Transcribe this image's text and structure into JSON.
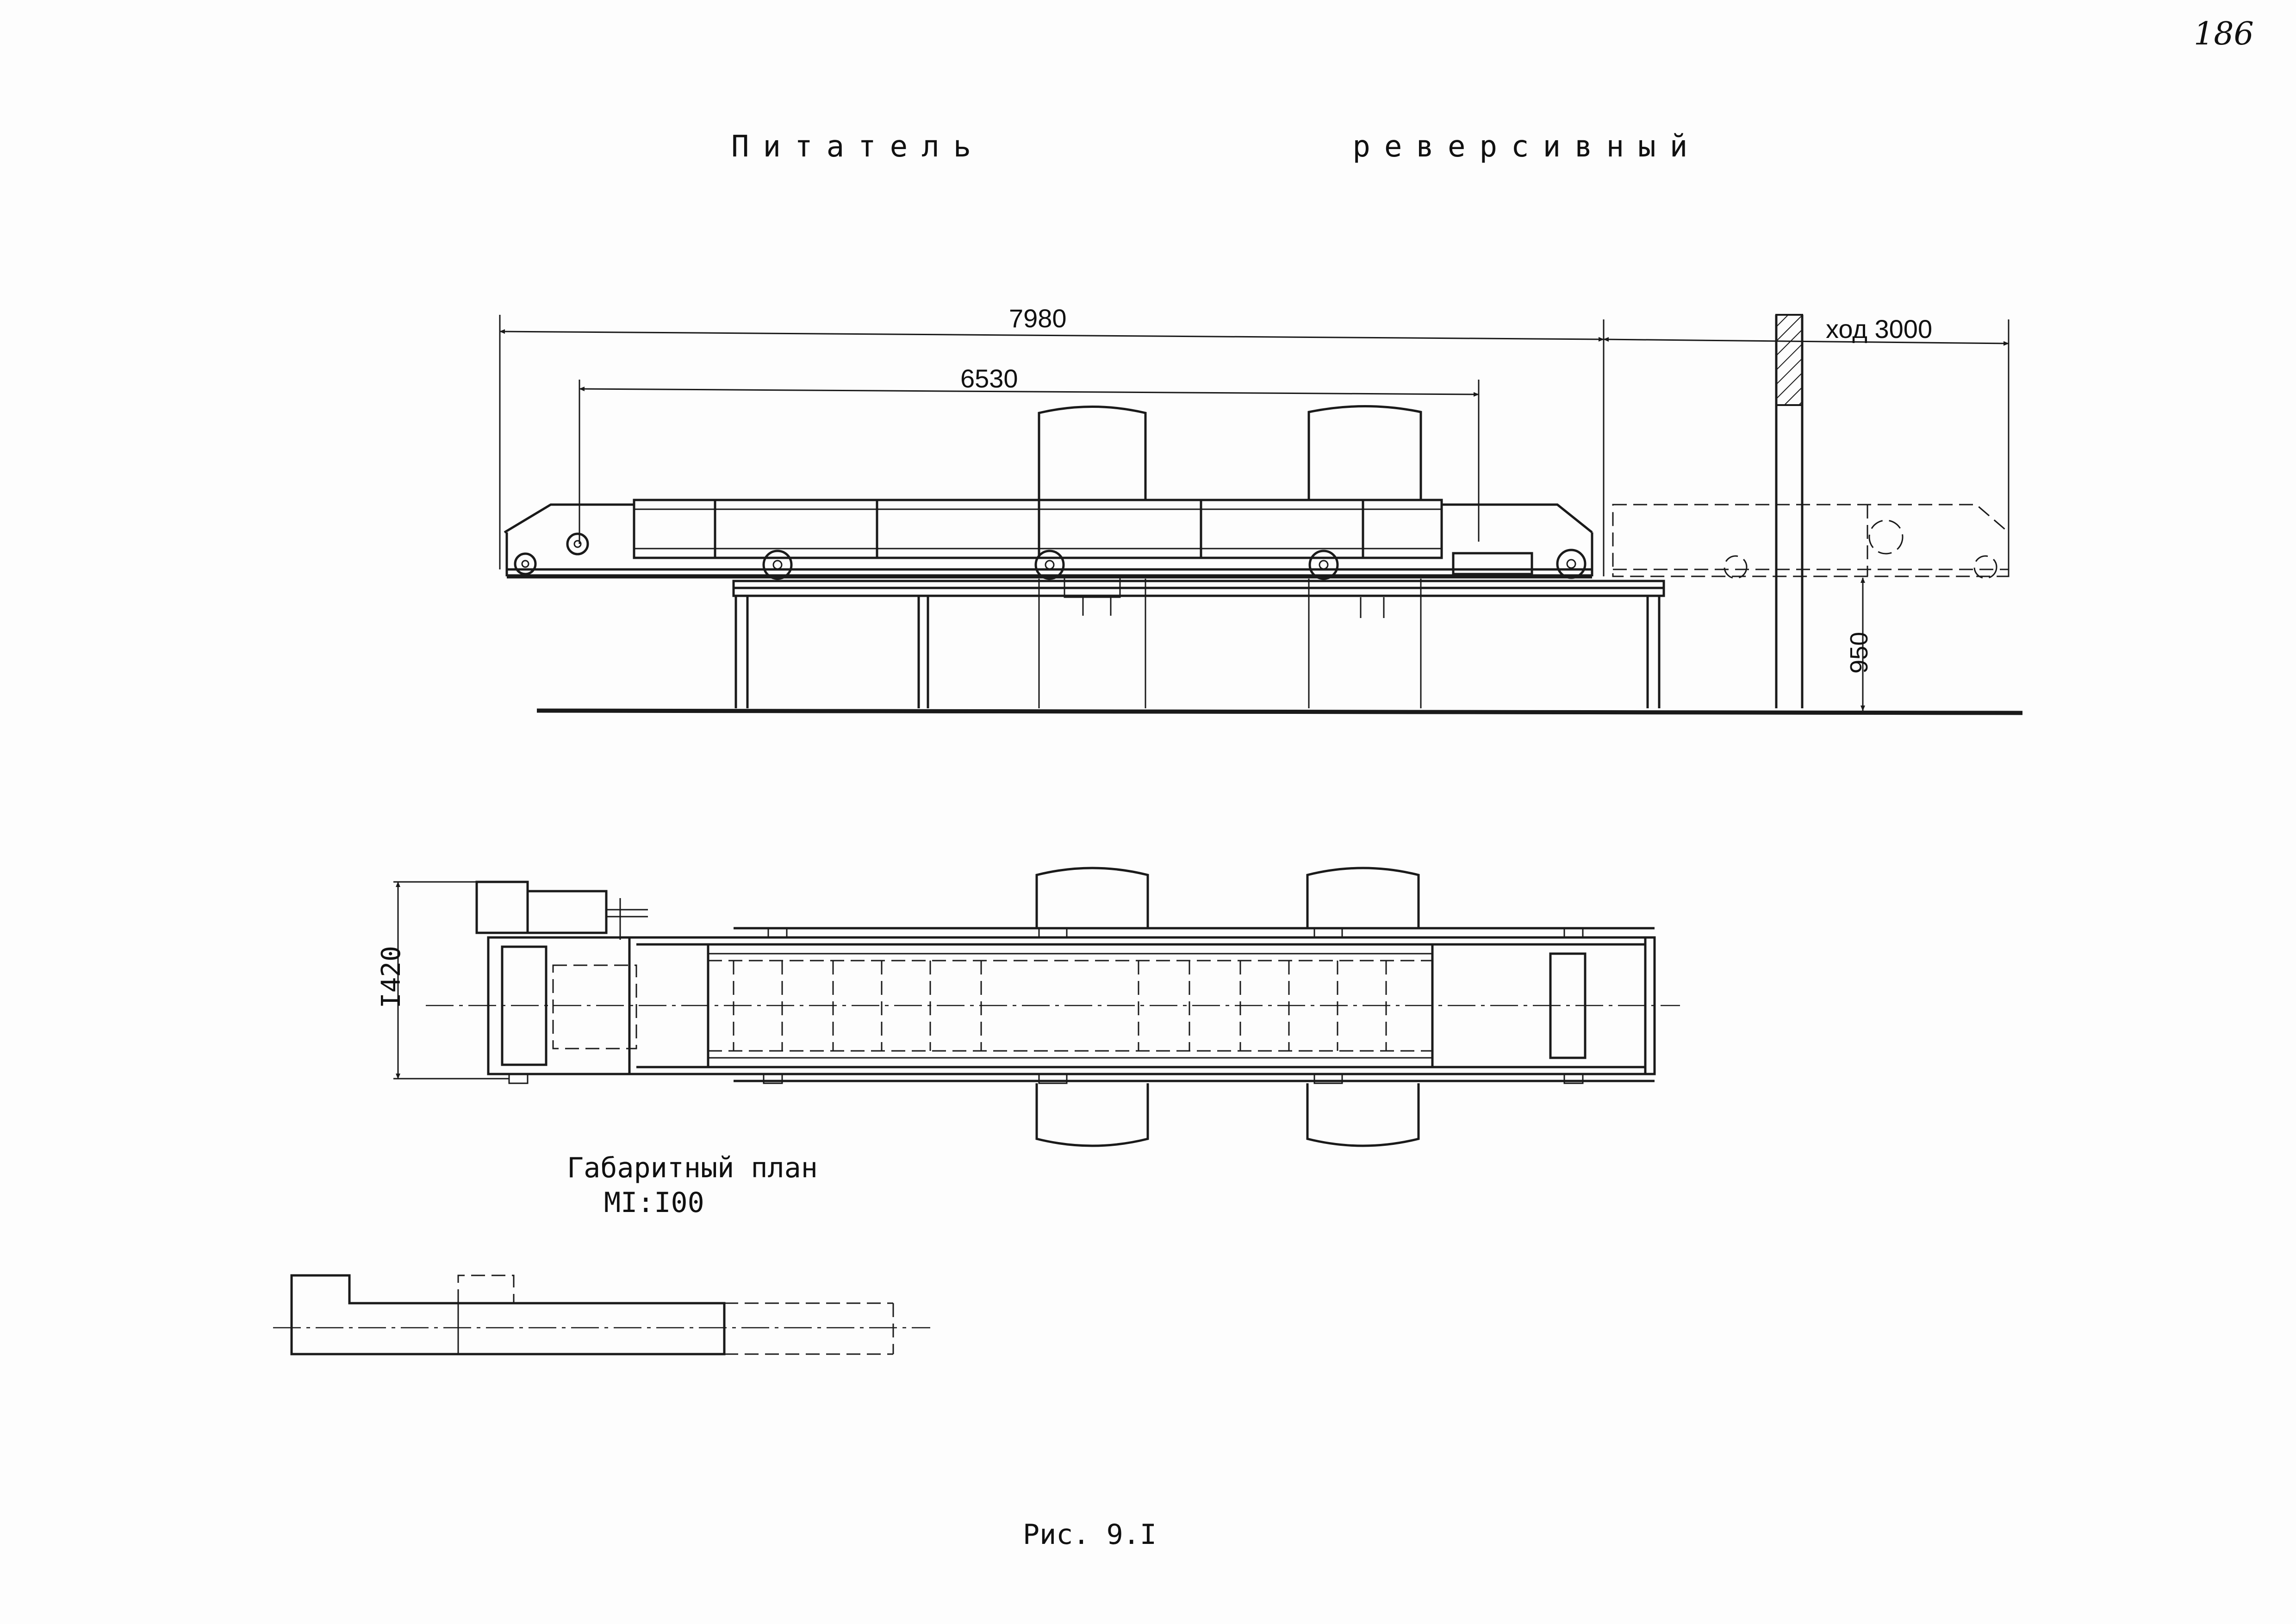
{
  "header": {
    "page_number": "186",
    "title": "Питатель    реверсивный"
  },
  "elevation_view": {
    "dimensions": {
      "overall_length": "7980",
      "wheel_base": "6530",
      "stroke": "ход 3000",
      "height": "950"
    }
  },
  "plan_view": {
    "dimensions": {
      "width": "I420"
    },
    "caption": "Габаритный план",
    "scale": "MI:I00"
  },
  "footer": {
    "figure_caption": "Рис. 9.I"
  }
}
